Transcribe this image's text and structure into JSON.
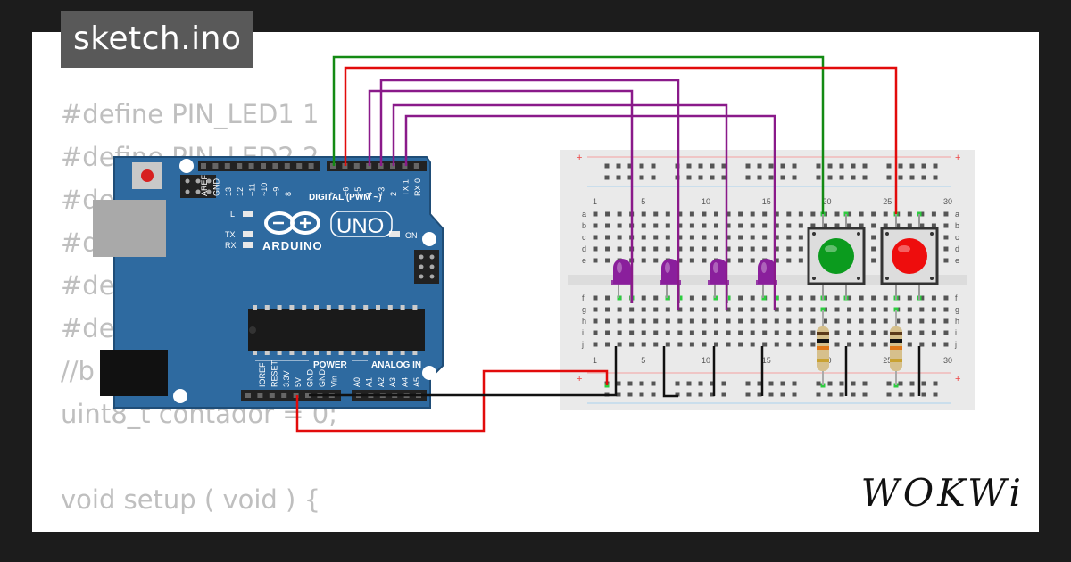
{
  "editor": {
    "tab_title": "sketch.ino",
    "code_lines": [
      "#define PIN_LED1 1",
      "#define PIN_LED2 2",
      "#de",
      "#d",
      "#de",
      "#de",
      "//b",
      "uint8_t contador = 0;",
      "",
      "void setup ( void ) {",
      "//"
    ]
  },
  "arduino": {
    "board_name": "UNO",
    "brand": "ARDUINO",
    "digital_header": "DIGITAL (PWM ~)",
    "power_label": "POWER",
    "analog_label": "ANALOG IN",
    "on_label": "ON",
    "led_labels": [
      "L",
      "TX",
      "RX"
    ],
    "top_pins": [
      "AREF",
      "GND",
      "13",
      "12",
      "~11",
      "~10",
      "~9",
      "8",
      "7",
      "~6",
      "~5",
      "4",
      "~3",
      "2",
      "TX 1",
      "RX 0"
    ],
    "power_pins": [
      "IOREF",
      "RESET",
      "3.3V",
      "5V",
      "GND",
      "GND",
      "Vin"
    ],
    "analog_pins": [
      "A0",
      "A1",
      "A2",
      "A3",
      "A4",
      "A5"
    ]
  },
  "breadboard": {
    "column_numbers": [
      "1",
      "5",
      "10",
      "15",
      "20",
      "25",
      "30"
    ],
    "row_letters_top": [
      "a",
      "b",
      "c",
      "d",
      "e"
    ],
    "row_letters_bottom": [
      "f",
      "g",
      "h",
      "i",
      "j"
    ],
    "rail_plus": "+",
    "rail_minus": "−"
  },
  "components": {
    "leds": 4,
    "led_color": "#8a1f9c",
    "buttons": [
      {
        "name": "green",
        "color": "#0b9b1e"
      },
      {
        "name": "red",
        "color": "#ee0d0d"
      }
    ],
    "resistors": 2
  },
  "wires": {
    "green": "#138a13",
    "red": "#e20b0b",
    "purple": "#8a1a8a",
    "black": "#111111"
  },
  "footer": {
    "logo": "WOKWi"
  }
}
